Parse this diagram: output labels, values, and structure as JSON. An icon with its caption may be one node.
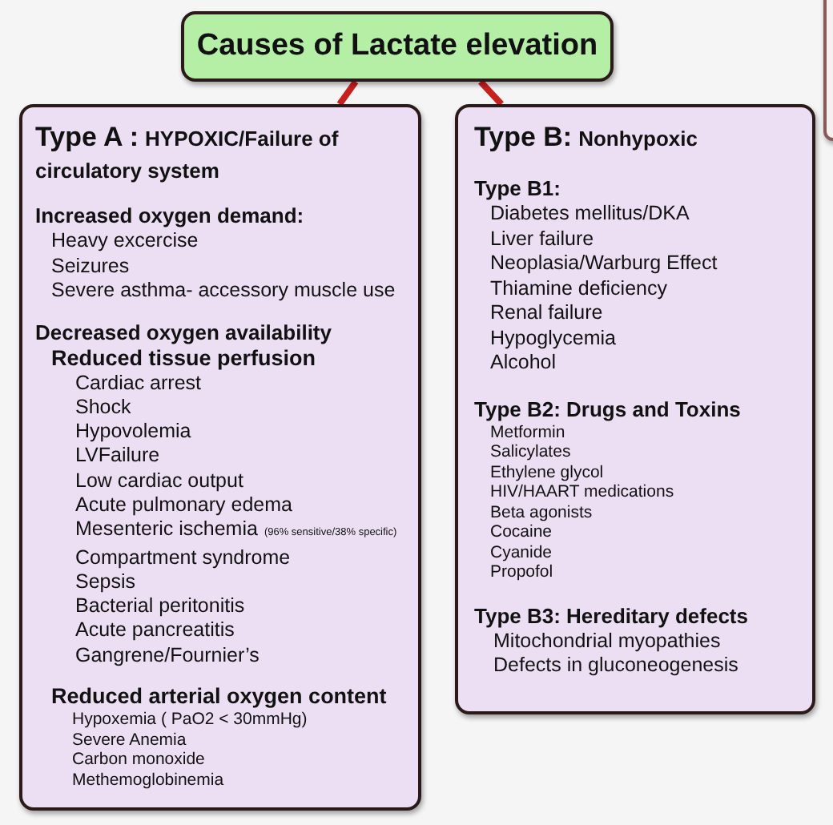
{
  "diagram": {
    "nodes": [
      {
        "text": [
          "Causes of Lactate elevation"
        ]
      },
      {
        "text": [
          "Type A :",
          "HYPOXIC/Failure of circulatory system",
          "Increased oxygen demand:",
          "Heavy excercise",
          "Seizures",
          "Severe asthma- accessory muscle use",
          "Decreased oxygen availability",
          "Reduced tissue perfusion",
          "Cardiac arrest",
          "Shock",
          "Hypovolemia",
          "LVFailure",
          "Low cardiac output",
          "Acute pulmonary edema",
          "Mesenteric ischemia",
          "(96% sensitive/38% specific)",
          "Compartment syndrome",
          "Sepsis",
          "Bacterial peritonitis",
          "Acute pancreatitis",
          "Gangrene/Fournier’s",
          "Reduced arterial oxygen content",
          "Hypoxemia ( PaO2 < 30mmHg)",
          "Severe Anemia",
          "Carbon monoxide",
          "Methemoglobinemia"
        ]
      },
      {
        "text": [
          "Type B:",
          "Nonhypoxic",
          "Type B1:",
          "Diabetes mellitus/DKA",
          "Liver failure",
          "Neoplasia/Warburg Effect",
          "Thiamine deficiency",
          "Renal failure",
          "Hypoglycemia",
          "Alcohol",
          "Type B2: Drugs and Toxins",
          "Metformin",
          "Salicylates",
          "Ethylene glycol",
          "HIV/HAART  medications",
          "Beta agonists",
          "Cocaine",
          "Cyanide",
          "Propofol",
          "Type B3: Hereditary defects",
          "Mitochondrial myopathies",
          "Defects in gluconeogenesis"
        ]
      },
      {
        "text": [],
        "shape": "box"
      }
    ],
    "edges": [
      {
        "from": 0,
        "to": 1,
        "arrow": "none"
      },
      {
        "from": 0,
        "to": 2,
        "arrow": "none"
      }
    ]
  }
}
